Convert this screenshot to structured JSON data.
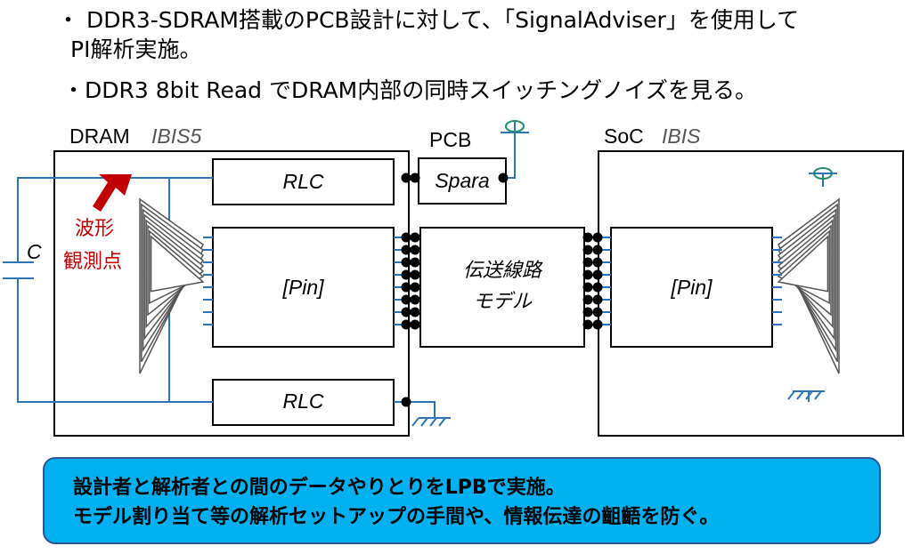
{
  "header": {
    "bullet1_line1": "・ DDR3-SDRAM搭載のPCB設計に対して、「SignalAdviser」を使用して",
    "bullet1_line2": "PI解析実施。",
    "bullet2": "・DDR3 8bit Read でDRAM内部の同時スイッチングノイズを見る。"
  },
  "diagram": {
    "dram_label": "DRAM",
    "dram_model": "IBIS5",
    "pcb_label": "PCB",
    "soc_label": "SoC",
    "soc_model": "IBIS",
    "rlc_top": "RLC",
    "rlc_bottom": "RLC",
    "spara": "Spara",
    "pin_left": "[Pin]",
    "pin_right": "[Pin]",
    "tline_line1": "伝送線路",
    "tline_line2": "モデル",
    "capacitor": "C",
    "probe_line1": "波形",
    "probe_line2": "観測点"
  },
  "callout": {
    "line1": "設計者と解析者との間のデータやりとりをLPBで実施。",
    "line2": "モデル割り当て等の解析セットアップの手間や、情報伝達の齟齬を防ぐ。"
  },
  "colors": {
    "wire": "#2e75b6",
    "ground": "#1f8a70",
    "callout_fill": "#00b0f0",
    "callout_border": "#2f5597",
    "probe_text": "#c00000",
    "arrow": "#c00000"
  }
}
